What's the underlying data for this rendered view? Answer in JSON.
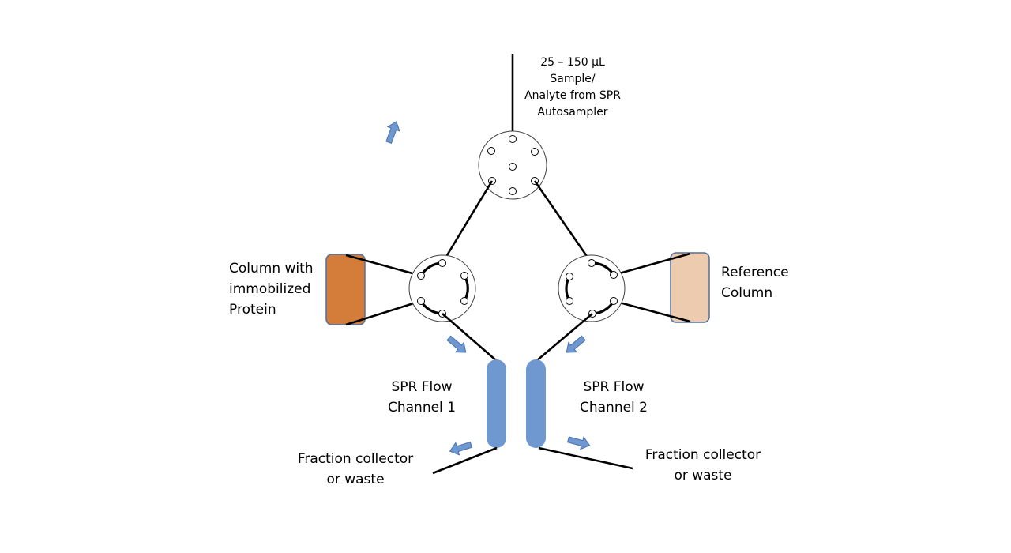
{
  "colors": {
    "line": "#000000",
    "valve_outline": "#404040",
    "port_fill": "#ffffff",
    "column_protein_fill": "#D47D3A",
    "column_reference_fill": "#ECCBAE",
    "column_border": "#4F6FA0",
    "flow_channel_fill": "#6F97D0",
    "arrow_fill": "#6F97D0",
    "arrow_stroke": "#4A72AE"
  },
  "labels": {
    "sample_source": [
      "25 – 150 µL",
      "Sample/",
      "Analyte from SPR",
      "Autosampler"
    ],
    "column_protein": [
      "Column with",
      "immobilized",
      "Protein"
    ],
    "column_reference": [
      "Reference",
      "Column"
    ],
    "flow_channel_1": [
      "SPR Flow",
      "Channel 1"
    ],
    "flow_channel_2": [
      "SPR Flow",
      "Channel 2"
    ],
    "outlet_1": [
      "Fraction collector",
      "or waste"
    ],
    "outlet_2": [
      "Fraction collector",
      "or waste"
    ]
  },
  "icons": {
    "flow_arrow": "block-arrow-icon"
  }
}
